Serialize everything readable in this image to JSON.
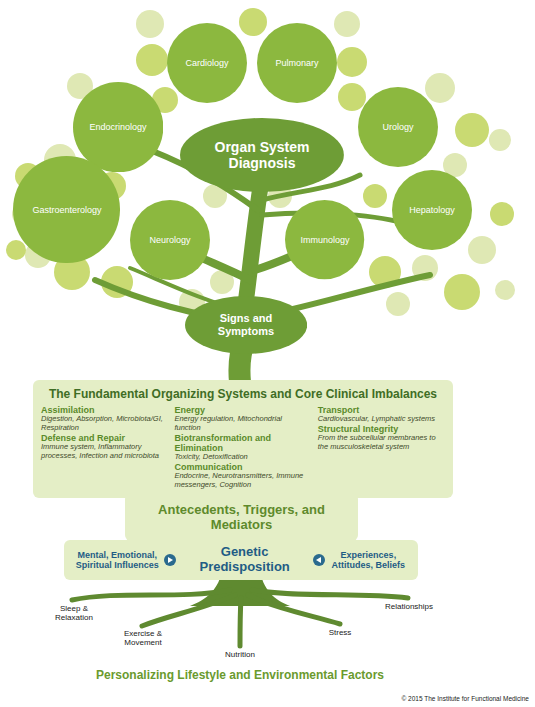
{
  "diagram": {
    "nodes": [
      {
        "text": [
          "Cardiology"
        ]
      },
      {
        "text": [
          "Pulmonary"
        ]
      },
      {
        "text": [
          "Endocrinology"
        ]
      },
      {
        "text": [
          "Urology"
        ]
      },
      {
        "text": [
          "Organ System Diagnosis"
        ]
      },
      {
        "text": [
          "Gastroenterology"
        ]
      },
      {
        "text": [
          "Hepatology"
        ]
      },
      {
        "text": [
          "Neurology"
        ]
      },
      {
        "text": [
          "Immunology"
        ]
      },
      {
        "text": [
          "Signs and Symptoms"
        ]
      },
      {
        "text": [
          "The Fundamental Organizing Systems and Core Clinical Imbalances",
          "Assimilation",
          "Digestion, Absorption, Microbiota/GI, Respiration",
          "Defense and Repair",
          "Immune system, Inflammatory processes, Infection and microbiota",
          "Energy",
          "Energy regulation, Mitochondrial function",
          "Biotransformation and Elimination",
          "Toxicity, Detoxification",
          "Communication",
          "Endocrine, Neurotransmitters, Immune messengers, Cognition",
          "Transport",
          "Cardiovascular, Lymphatic systems",
          "Structural Integrity",
          "From the subcellular membranes to the musculoskeletal system"
        ]
      },
      {
        "text": [
          "Antecedents, Triggers, and Mediators"
        ]
      },
      {
        "text": [
          "Mental, Emotional, Spiritual Influences",
          "Genetic Predisposition",
          "Experiences, Attitudes, Beliefs"
        ]
      }
    ],
    "labels": [
      "Sleep & Relaxation",
      "Exercise & Movement",
      "Nutrition",
      "Stress",
      "Relationships",
      "Personalizing Lifestyle and Environmental Factors",
      "© 2015 The Institute for Functional Medicine"
    ]
  }
}
